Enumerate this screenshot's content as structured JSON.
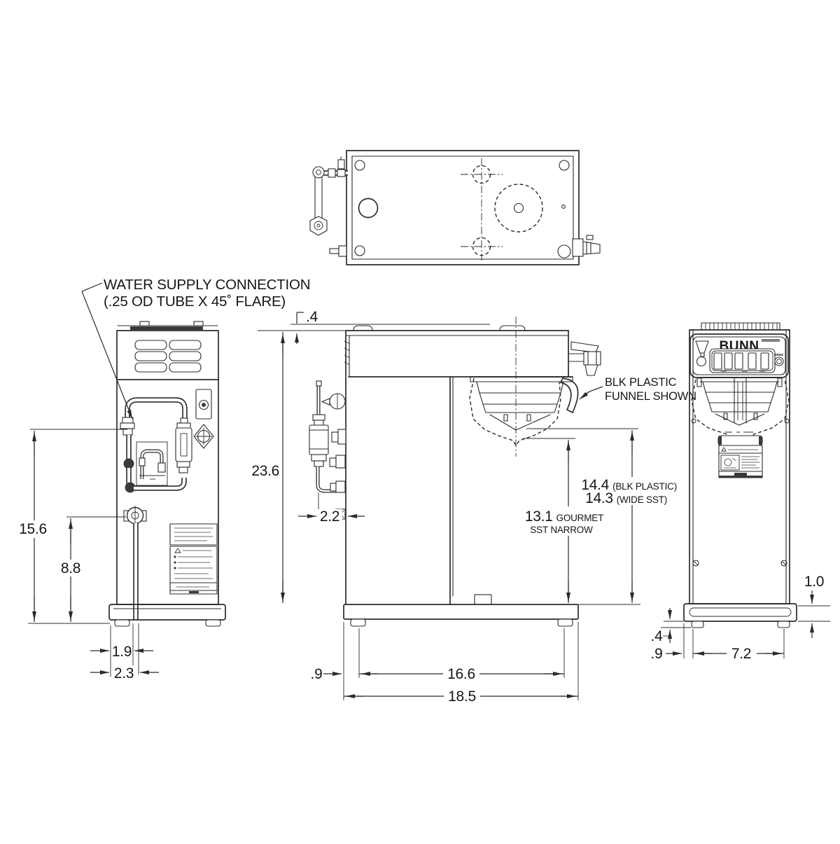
{
  "annotations": {
    "water_supply": {
      "line1": "WATER SUPPLY CONNECTION",
      "line2": "(.25 OD TUBE X 45˚ FLARE)"
    },
    "funnel_note": {
      "line1": "BLK PLASTIC",
      "line2": "FUNNEL SHOWN"
    },
    "brand": "BUNN"
  },
  "dimensions": {
    "rear": {
      "overall_height": "15.6",
      "connection_height": "8.8",
      "tube_offset": "1.9",
      "tube_offset2": "2.3"
    },
    "side": {
      "lid_offset": ".4",
      "overall_height": "23.6",
      "rear_clearance": "2.2",
      "funnel_value": "14.4",
      "funnel_note": "(BLK PLASTIC)",
      "funnel2_value": "14.3",
      "funnel2_note": "(WIDE SST)",
      "gourmet_value": "13.1",
      "gourmet_note": "GOURMET",
      "gourmet_note2": "SST NARROW",
      "foot_inset": ".9",
      "foot_span": "16.6",
      "overall_depth": "18.5"
    },
    "front": {
      "base_height": "1.0",
      "foot_height": ".4",
      "foot_inset": ".9",
      "foot_span": "7.2"
    }
  }
}
